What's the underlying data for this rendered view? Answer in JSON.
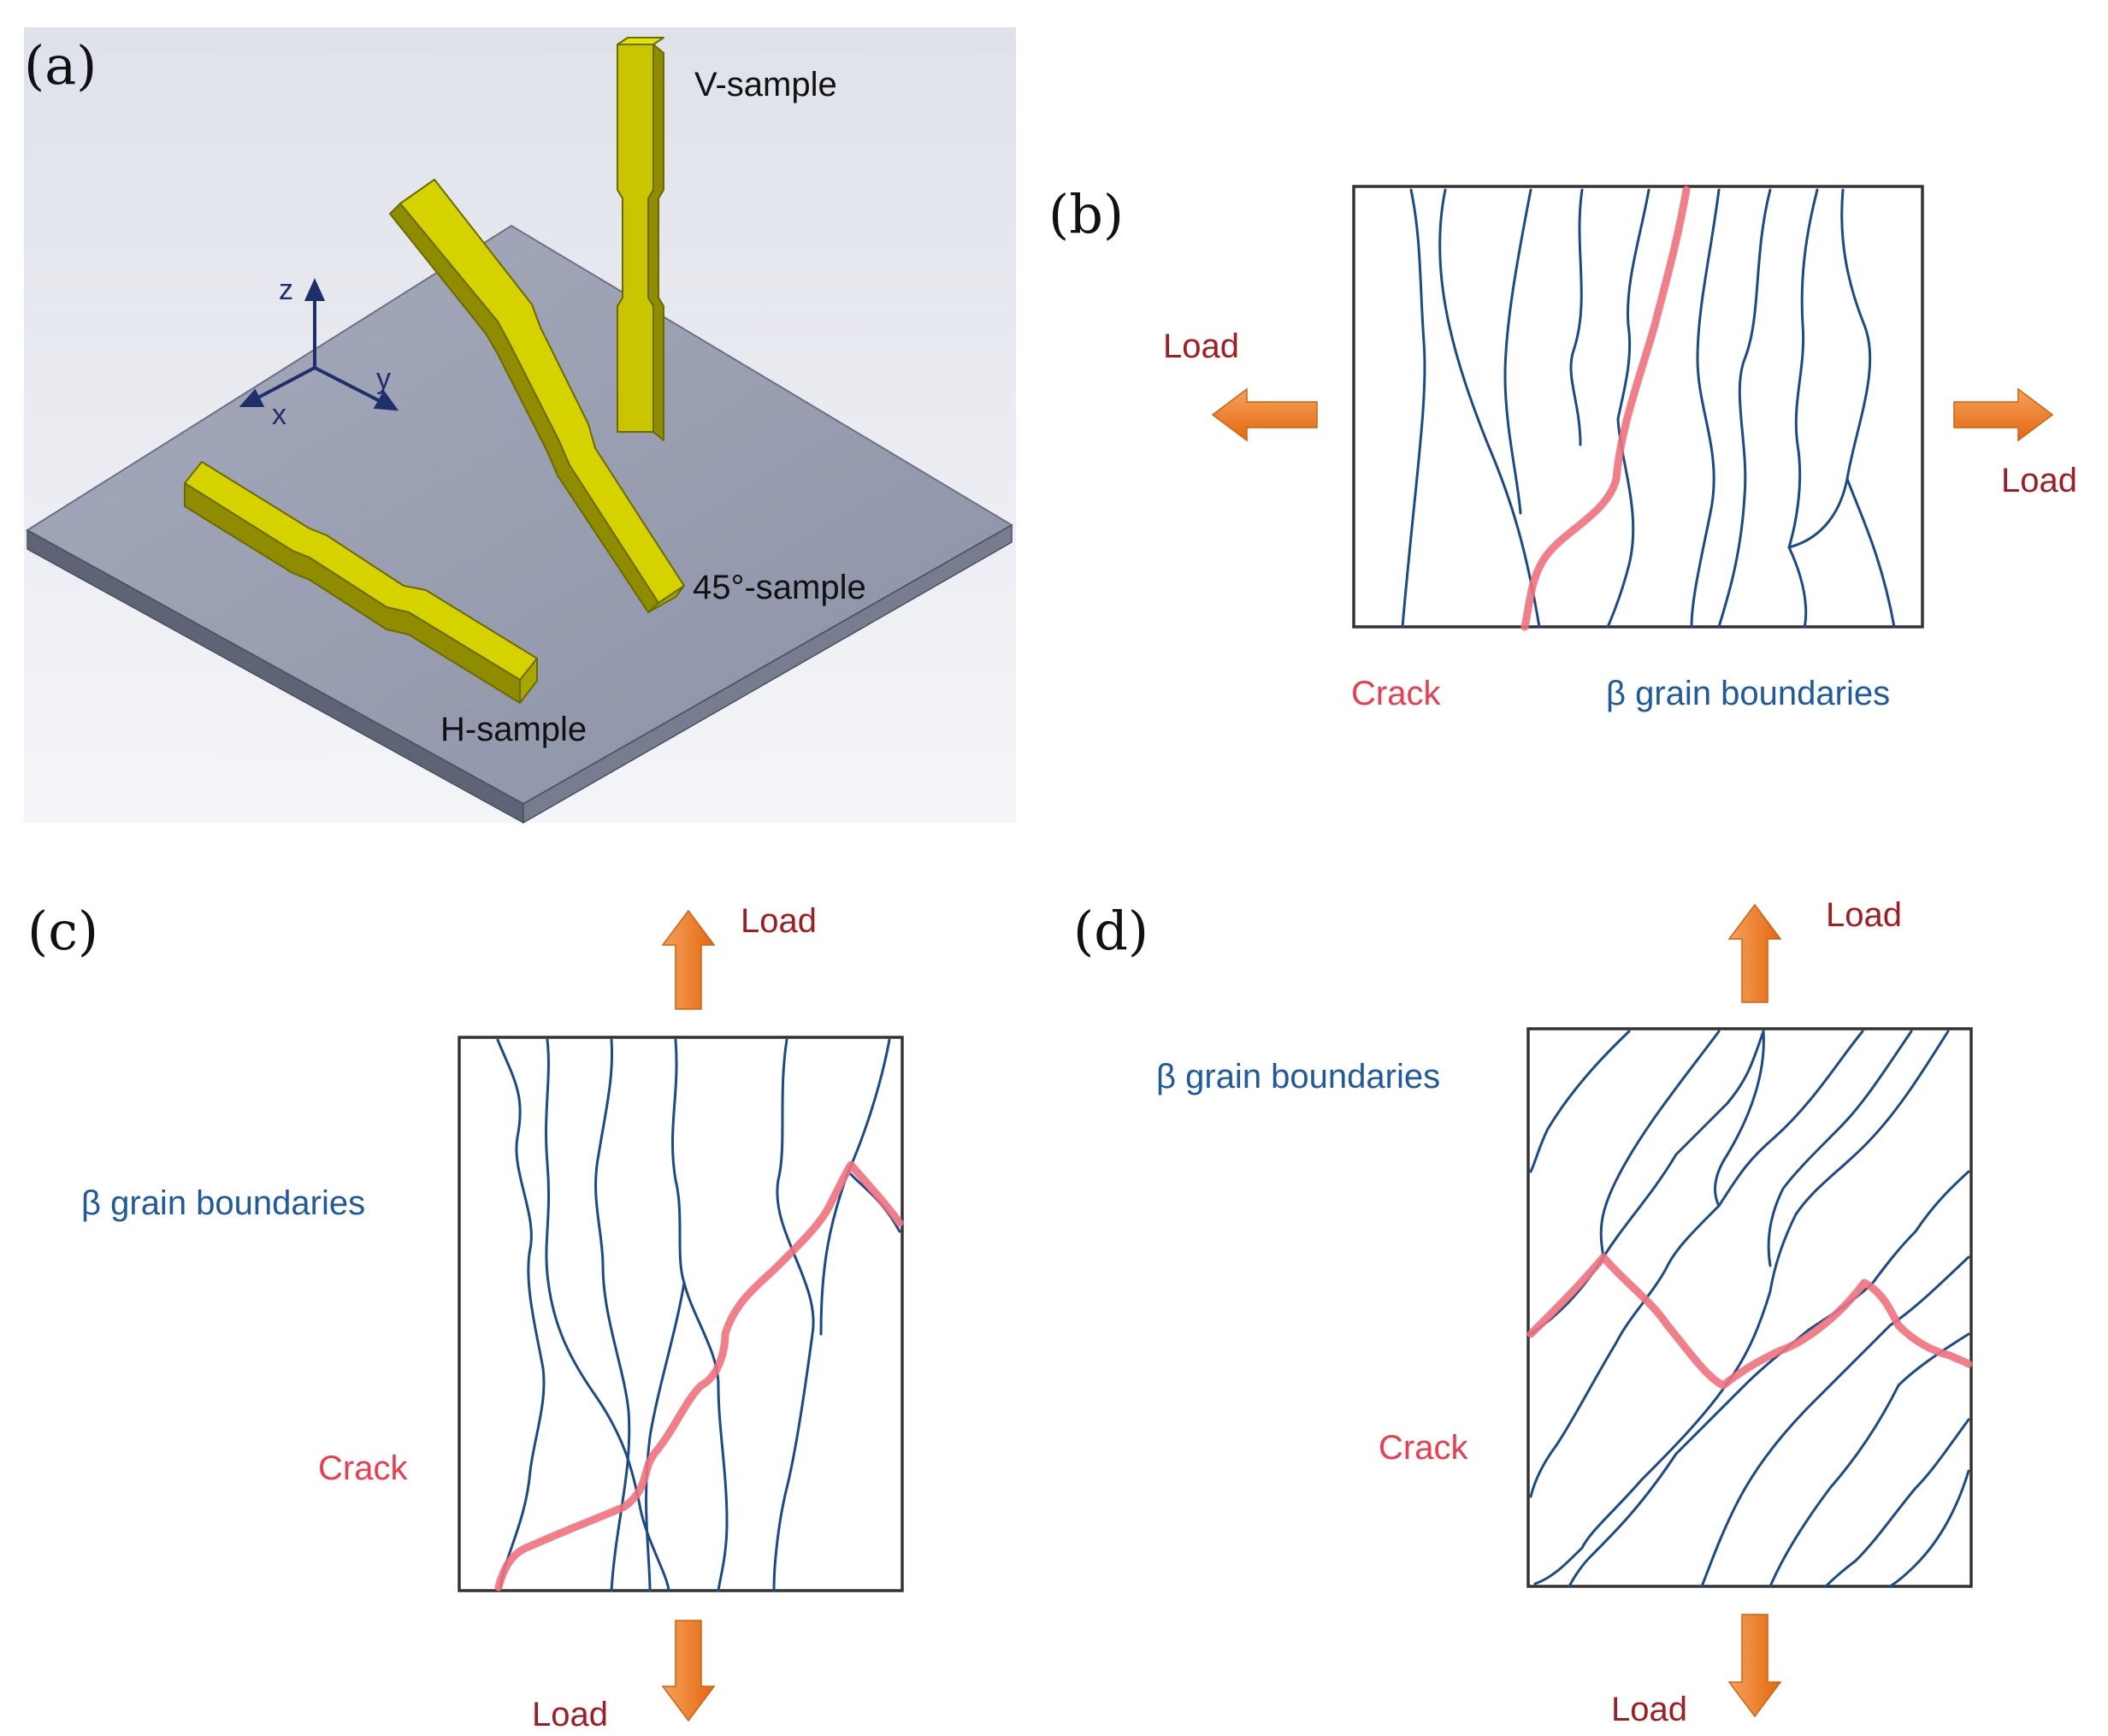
{
  "panels": {
    "a": {
      "label": "(a)",
      "samples": {
        "vertical": "V-sample",
        "diagonal": "45°-sample",
        "horizontal": "H-sample"
      },
      "axes": {
        "z": "z",
        "y": "y",
        "x": "x"
      }
    },
    "b": {
      "label": "(b)",
      "load_left": "Load",
      "load_right": "Load",
      "crack": "Crack",
      "grain": "β grain boundaries"
    },
    "c": {
      "label": "(c)",
      "load_top": "Load",
      "load_bottom": "Load",
      "crack": "Crack",
      "grain": "β grain boundaries"
    },
    "d": {
      "label": "(d)",
      "load_top": "Load",
      "load_bottom": "Load",
      "crack": "Crack",
      "grain": "β grain boundaries"
    }
  },
  "colors": {
    "grain": "#1b4a8c",
    "crack": "#f0707c",
    "arrow": "#ee7a20",
    "load_text": "#a31c22",
    "crack_text": "#ef3b4d",
    "sample": "#c8c400",
    "plate": "#9aa0b2"
  }
}
